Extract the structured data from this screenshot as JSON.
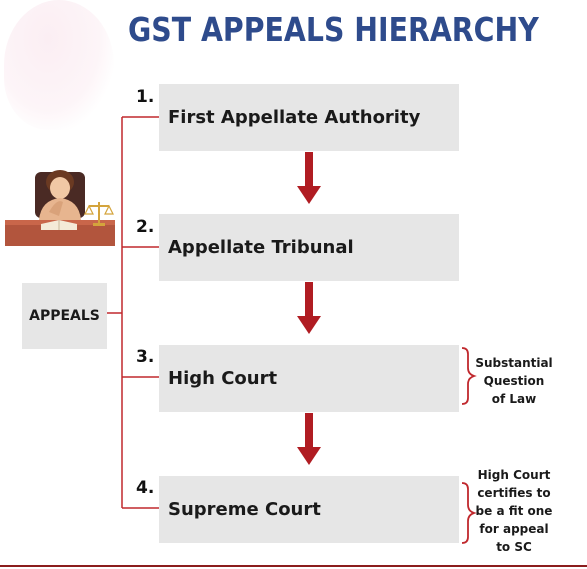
{
  "title": "GST APPEALS HIERARCHY",
  "appeals_label": "APPEALS",
  "levels": [
    {
      "number": "1.",
      "label": "First Appellate Authority"
    },
    {
      "number": "2.",
      "label": "Appellate Tribunal"
    },
    {
      "number": "3.",
      "label": "High Court"
    },
    {
      "number": "4.",
      "label": "Supreme Court"
    }
  ],
  "notes": {
    "high_court": [
      "Substantial",
      "Question",
      "of Law"
    ],
    "supreme_court": [
      "High Court",
      "certifies to",
      "be a fit one",
      "for appeal",
      "to SC"
    ]
  },
  "colors": {
    "title": "#2e4b8c",
    "connector": "#c0282d",
    "arrow": "#b01c22",
    "box": "#e6e6e6"
  }
}
